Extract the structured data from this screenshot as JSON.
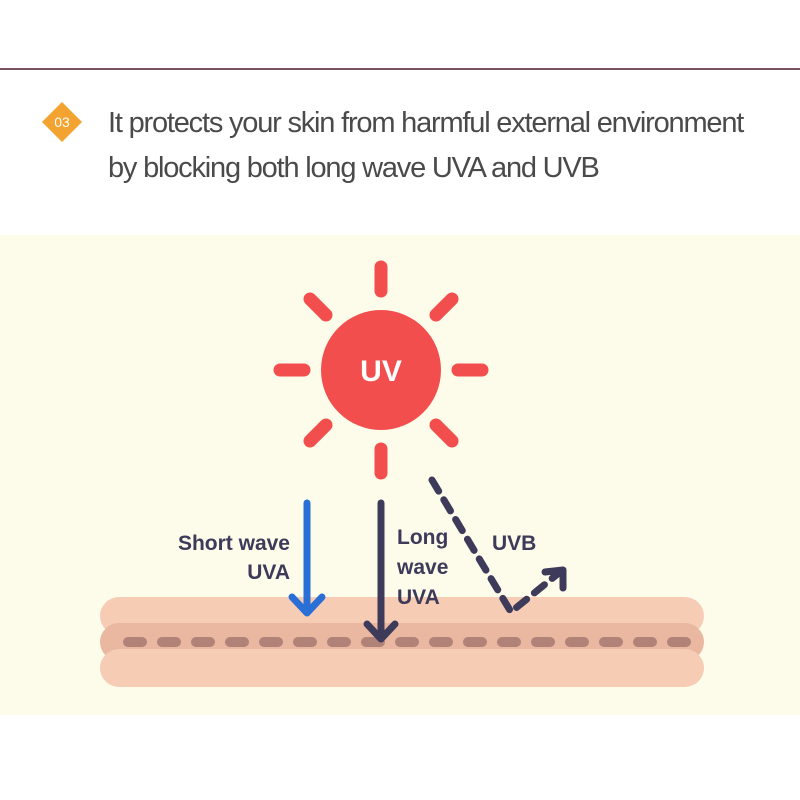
{
  "step": {
    "number": "03"
  },
  "heading": {
    "line1": "It protects your skin from harmful external environment",
    "line2": "by blocking both long wave UVA and UVB"
  },
  "diagram": {
    "sun_label": "UV",
    "short_wave_line1": "Short wave",
    "short_wave_line2": "UVA",
    "long_wave_line1": "Long",
    "long_wave_line2": "wave",
    "long_wave_line3": "UVA",
    "uvb_label": "UVB"
  },
  "colors": {
    "accent_orange": "#f3a32f",
    "sun_red": "#f34e4e",
    "short_wave_blue": "#2a6fd6",
    "arrow_navy": "#3d3a5a",
    "skin_light": "#f7ccb5",
    "skin_mid": "#eab7a1",
    "skin_dash": "#b08278",
    "panel_bg": "#fdfbea"
  },
  "icons": [
    "diamond-badge-icon",
    "sun-icon",
    "arrow-down-icon",
    "dashed-reflect-arrow-icon"
  ]
}
